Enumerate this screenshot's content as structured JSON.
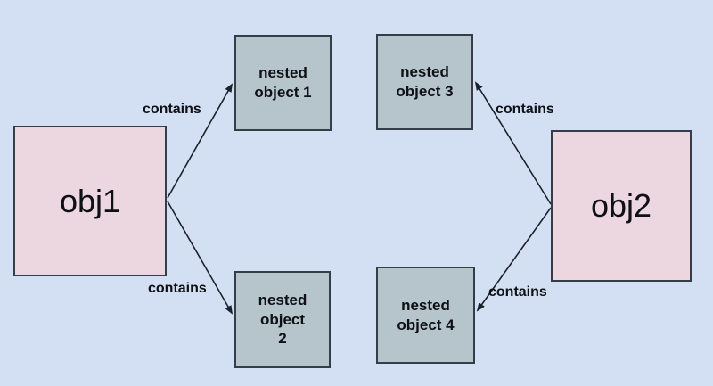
{
  "diagram": {
    "nodes": {
      "obj1": {
        "label": "obj1"
      },
      "obj2": {
        "label": "obj2"
      },
      "nested1": {
        "label": "nested\nobject 1"
      },
      "nested2": {
        "label": "nested\nobject\n2"
      },
      "nested3": {
        "label": "nested\nobject 3"
      },
      "nested4": {
        "label": "nested\nobject 4"
      }
    },
    "edges": [
      {
        "from": "obj1",
        "to": "nested1",
        "label": "contains"
      },
      {
        "from": "obj1",
        "to": "nested2",
        "label": "contains"
      },
      {
        "from": "obj2",
        "to": "nested3",
        "label": "contains"
      },
      {
        "from": "obj2",
        "to": "nested4",
        "label": "contains"
      }
    ],
    "colors": {
      "background": "#d3dff2",
      "object_fill": "#ecd6e0",
      "nested_fill": "#b6c4cb",
      "border": "#353d49",
      "arrow": "#1c222c",
      "text": "#0e1016"
    }
  }
}
